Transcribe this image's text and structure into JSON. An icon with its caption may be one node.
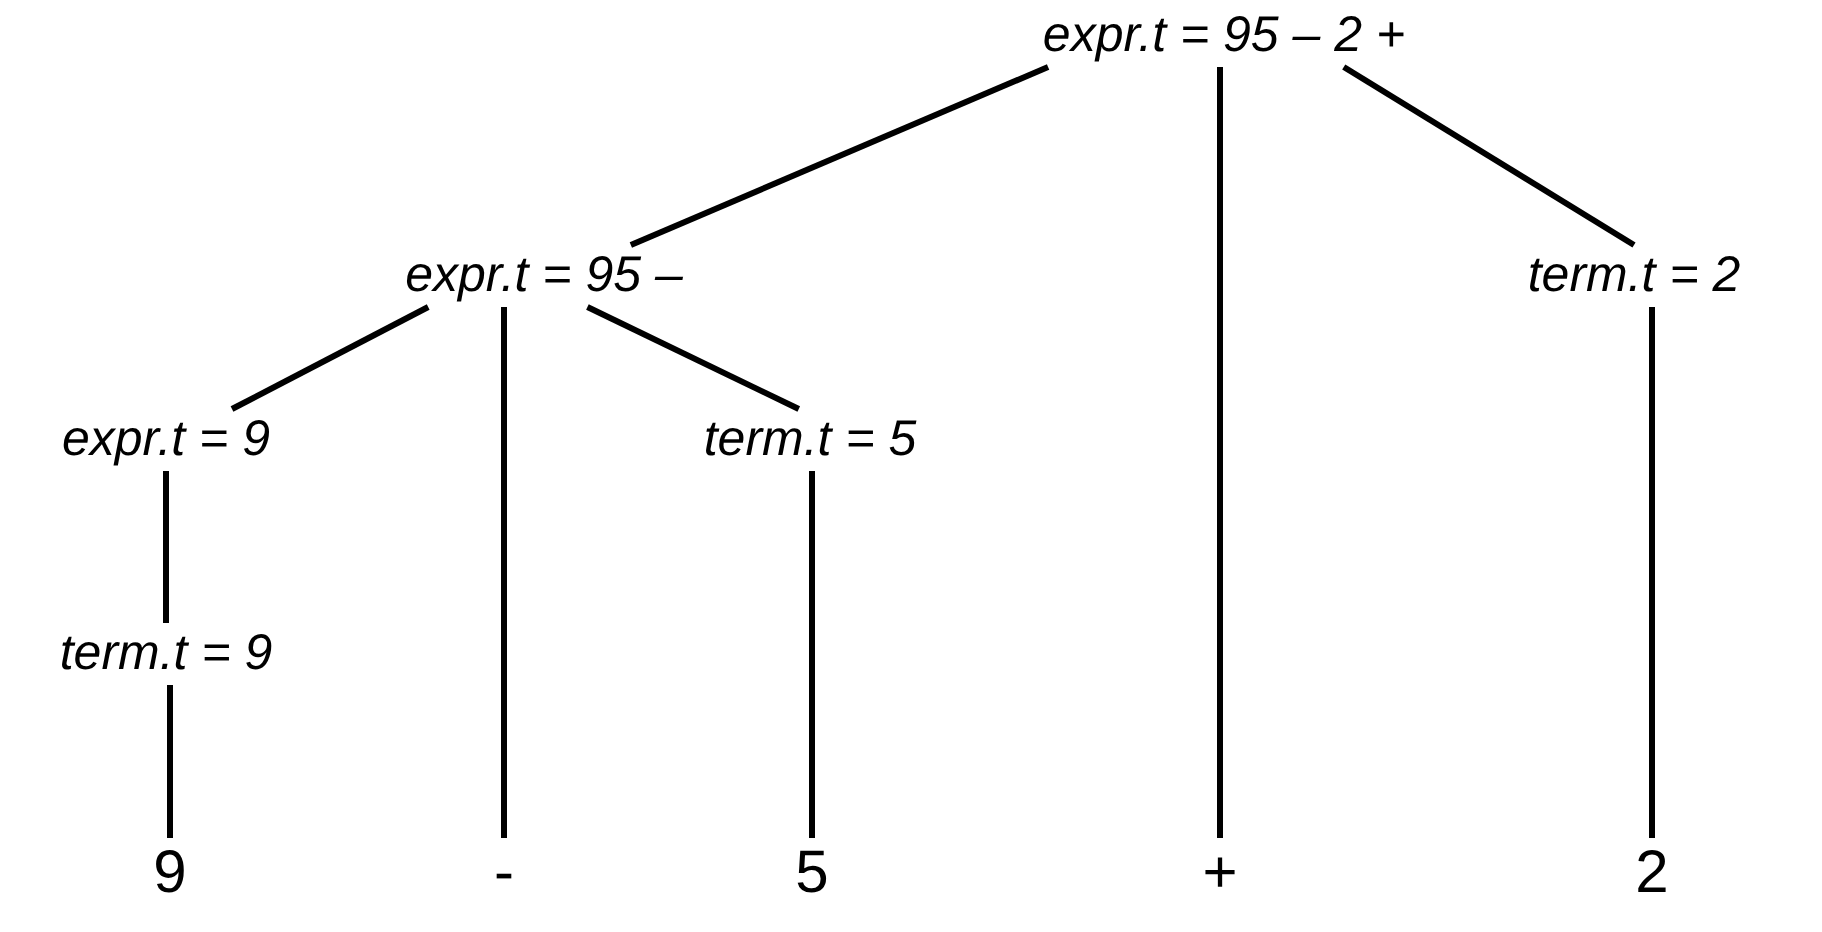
{
  "diagram": {
    "nodes": [
      {
        "text": [
          "expr.t = 95 – 2 +"
        ]
      },
      {
        "text": [
          "expr.t = 95 –"
        ]
      },
      {
        "text": [
          "term.t = 2"
        ]
      },
      {
        "text": [
          "expr.t = 9"
        ]
      },
      {
        "text": [
          "term.t = 5"
        ]
      },
      {
        "text": [
          "term.t = 9"
        ]
      },
      {
        "text": [
          "9"
        ]
      },
      {
        "text": [
          "-"
        ]
      },
      {
        "text": [
          "5"
        ]
      },
      {
        "text": [
          "+"
        ]
      },
      {
        "text": [
          "2"
        ]
      }
    ],
    "edges": [
      {
        "from": 0,
        "to": 1,
        "arrow": "none"
      },
      {
        "from": 0,
        "to": 9,
        "arrow": "none"
      },
      {
        "from": 0,
        "to": 2,
        "arrow": "none"
      },
      {
        "from": 1,
        "to": 3,
        "arrow": "none"
      },
      {
        "from": 1,
        "to": 7,
        "arrow": "none"
      },
      {
        "from": 1,
        "to": 4,
        "arrow": "none"
      },
      {
        "from": 3,
        "to": 5,
        "arrow": "none"
      },
      {
        "from": 5,
        "to": 6,
        "arrow": "none"
      },
      {
        "from": 4,
        "to": 8,
        "arrow": "none"
      },
      {
        "from": 2,
        "to": 10,
        "arrow": "none"
      }
    ]
  }
}
